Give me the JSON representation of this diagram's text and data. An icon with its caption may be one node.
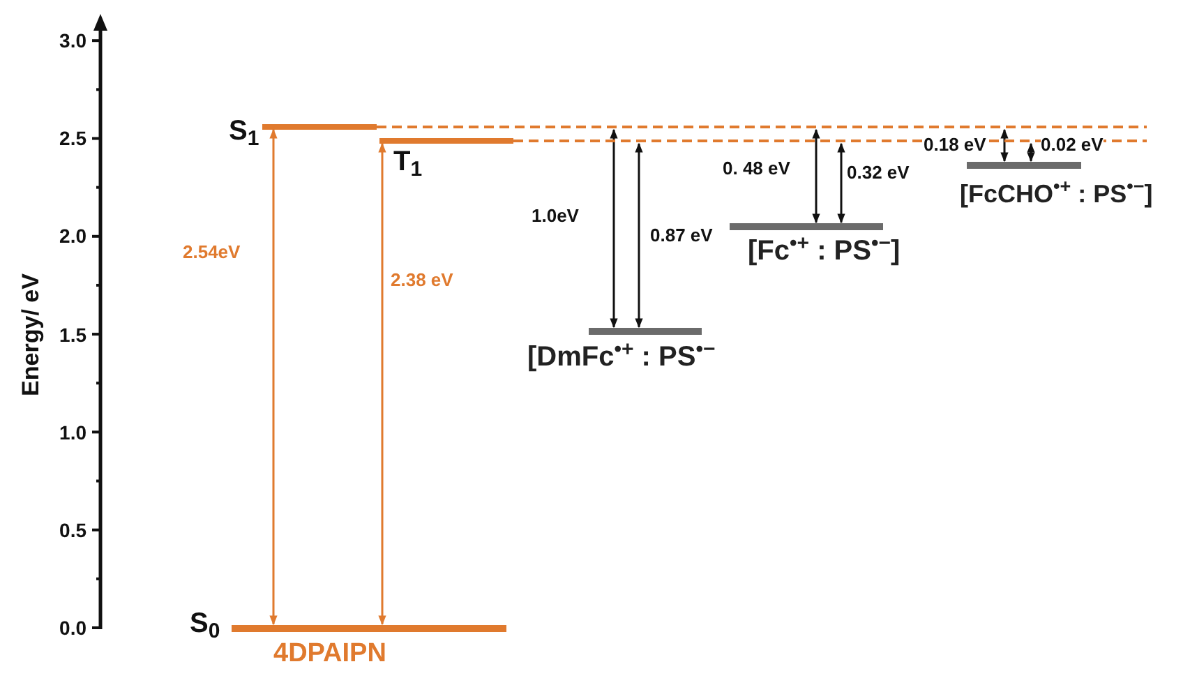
{
  "diagram": {
    "nodes": [
      {
        "text": [],
        "shape": "bar",
        "beside": [
          "S$_{1}$"
        ]
      },
      {
        "text": [],
        "shape": "bar",
        "beside": [
          "T$_{1}$"
        ]
      },
      {
        "text": [],
        "shape": "bar",
        "beside": [
          "S$_{0}$",
          "4DPAIPN"
        ]
      },
      {
        "text": [],
        "shape": "bar",
        "beside": [
          "[DmFc$^{•+}$ : PS$^{•−}$"
        ]
      },
      {
        "text": [],
        "shape": "bar",
        "beside": [
          "[Fc$^{•+}$ : PS$^{•−}$]"
        ]
      },
      {
        "text": [],
        "shape": "bar",
        "beside": [
          "[FcCHO$^{•+}$ : PS$^{•−}$]"
        ]
      }
    ],
    "edges": [
      {
        "from": 2,
        "to": 0,
        "arrow": "both",
        "label": "2.54eV",
        "color": "#e07a2e"
      },
      {
        "from": 2,
        "to": 1,
        "arrow": "both",
        "label": "2.38 eV",
        "color": "#e07a2e"
      },
      {
        "from": 0,
        "to": 3,
        "arrow": "both",
        "label": "1.0eV"
      },
      {
        "from": 1,
        "to": 3,
        "arrow": "both",
        "label": "0.87 eV"
      },
      {
        "from": 0,
        "to": 4,
        "arrow": "both",
        "label": "0. 48 eV"
      },
      {
        "from": 1,
        "to": 4,
        "arrow": "both",
        "label": "0.32 eV"
      },
      {
        "from": 0,
        "to": 5,
        "arrow": "both",
        "label": "0.18 eV"
      },
      {
        "from": 1,
        "to": 5,
        "arrow": "both",
        "label": "0.02 eV"
      }
    ],
    "labels": [
      "3.0",
      "2.5",
      "2.0",
      "1.5",
      "1.0",
      "0.5",
      "0.0",
      "Energy/ eV"
    ]
  }
}
